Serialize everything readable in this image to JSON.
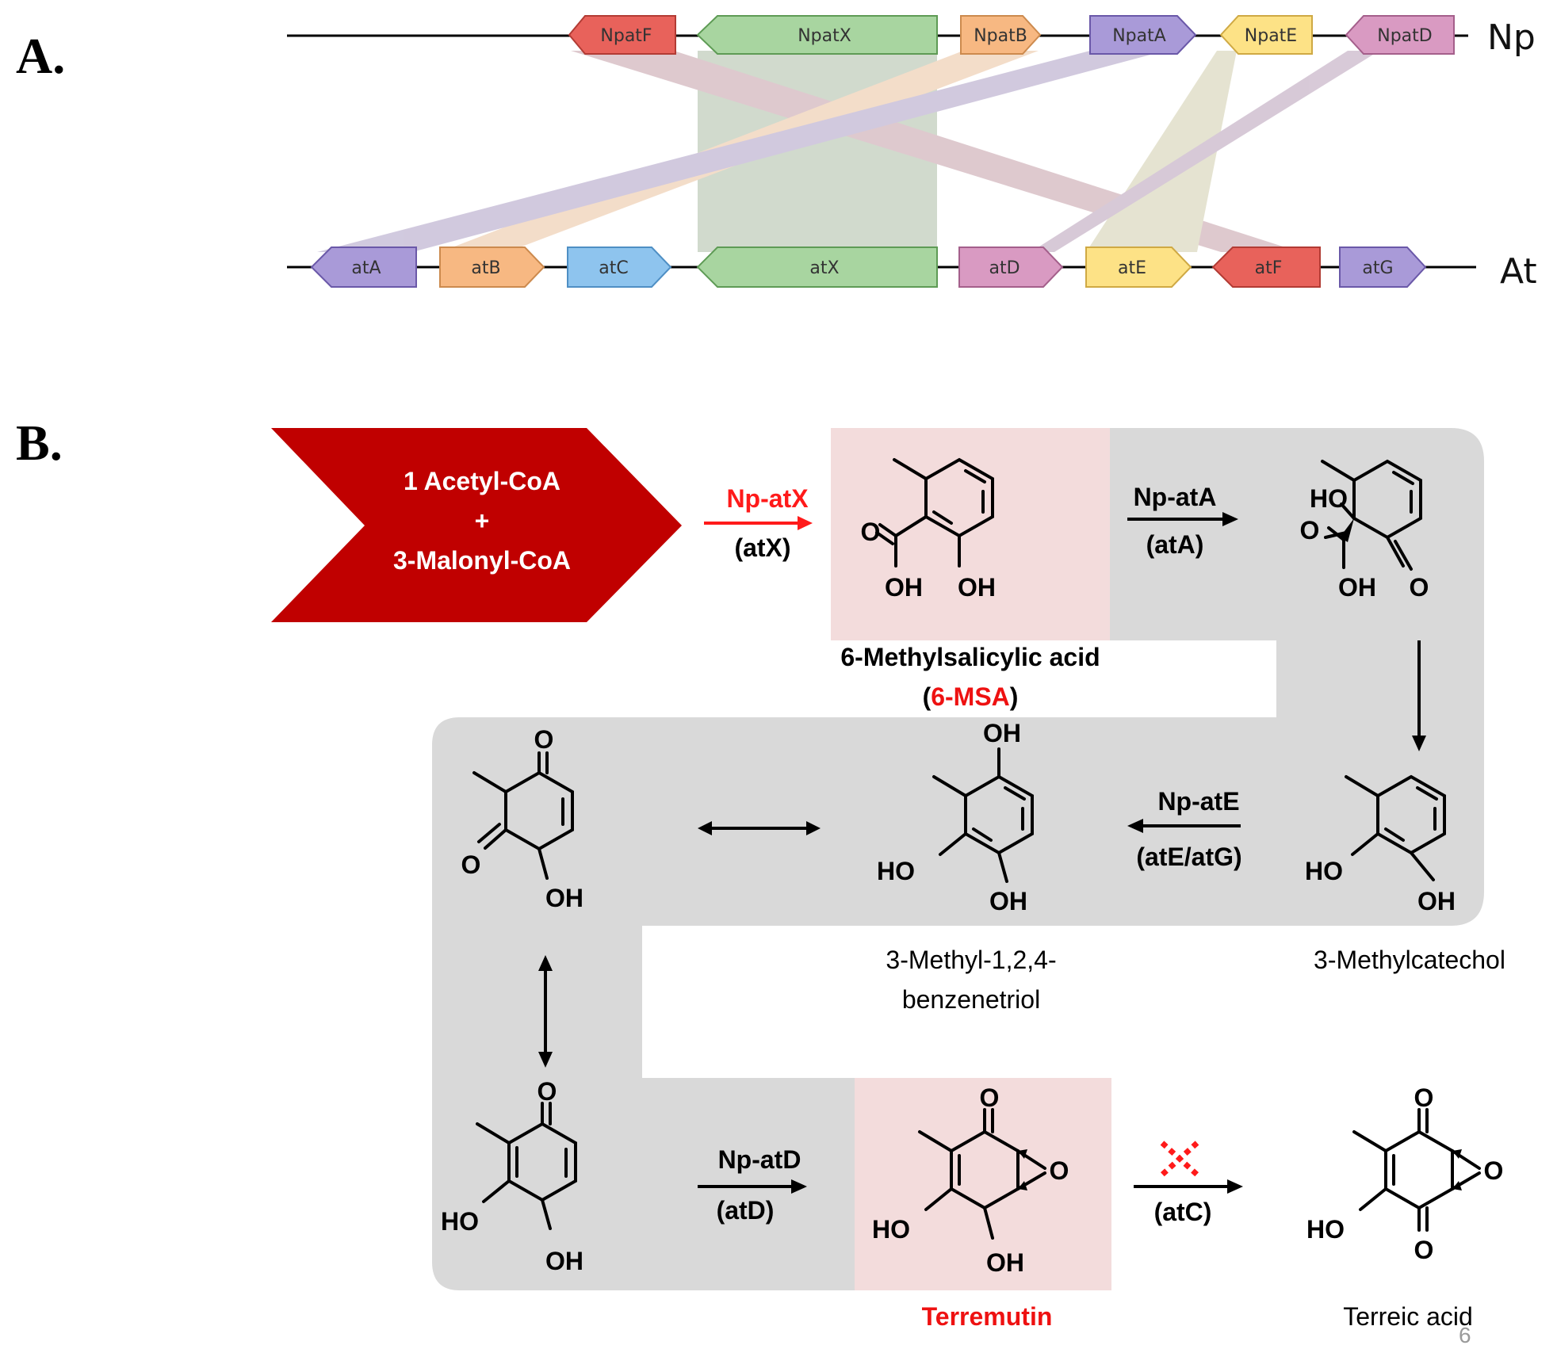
{
  "panel_a": {
    "label": "A.",
    "np_track": "Np",
    "at_track": "At",
    "np_genes": [
      {
        "name": "NpatF",
        "color": "#e8625b"
      },
      {
        "name": "NpatX",
        "color": "#a8d5a0"
      },
      {
        "name": "NpatB",
        "color": "#f7b882"
      },
      {
        "name": "NpatA",
        "color": "#a99ad8"
      },
      {
        "name": "NpatE",
        "color": "#fde286"
      },
      {
        "name": "NpatD",
        "color": "#d99ac2"
      }
    ],
    "at_genes": [
      {
        "name": "atA",
        "color": "#a99ad8"
      },
      {
        "name": "atB",
        "color": "#f7b882"
      },
      {
        "name": "atC",
        "color": "#8ec4ee"
      },
      {
        "name": "atX",
        "color": "#a8d5a0"
      },
      {
        "name": "atD",
        "color": "#d99ac2"
      },
      {
        "name": "atE",
        "color": "#fde286"
      },
      {
        "name": "atF",
        "color": "#e8625b"
      },
      {
        "name": "atG",
        "color": "#a99ad8"
      }
    ]
  },
  "panel_b": {
    "label": "B.",
    "start": {
      "line1": "1 Acetyl-CoA",
      "line2": "+",
      "line3": "3-Malonyl-CoA"
    },
    "steps": {
      "s1": {
        "np": "Np-atX",
        "at": "(atX)"
      },
      "s2": {
        "np": "Np-atA",
        "at": "(atA)"
      },
      "s3": {
        "np": "Np-atE",
        "at": "(atE/atG)"
      },
      "s4": {
        "np": "Np-atD",
        "at": "(atD)"
      },
      "s5": {
        "at": "(atC)"
      }
    },
    "compounds": {
      "msa_name": "6-Methylsalicylic acid",
      "msa_abbr_open": "(",
      "msa_abbr": "6-MSA",
      "msa_abbr_close": ")",
      "catechol": "3-Methylcatechol",
      "triol_line1": "3-Methyl-1,2,4-",
      "triol_line2": "benzenetriol",
      "terremutin": "Terremutin",
      "terreic": "Terreic acid"
    },
    "atoms": {
      "O": "O",
      "OH": "OH",
      "HO": "HO"
    },
    "page_number": "6"
  }
}
